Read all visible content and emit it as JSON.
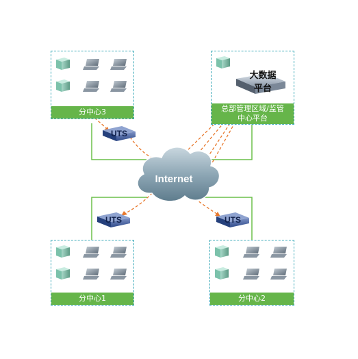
{
  "nodes": {
    "branch3": {
      "label": "分中心3"
    },
    "hq": {
      "label_line1": "总部管理区域/监管",
      "label_line2": "中心平台"
    },
    "branch1": {
      "label": "分中心1"
    },
    "branch2": {
      "label": "分中心2"
    },
    "bigdata": {
      "line1": "大数据",
      "line2": "平台"
    },
    "internet": {
      "label": "Internet"
    },
    "uts": {
      "label": "UTS"
    }
  },
  "colors": {
    "link_line": "#6cbf4a",
    "data_flow": "#e8782c",
    "panel_border": "#3aa9b8",
    "label_bg": "#66b54a",
    "cloud": "#7f9aaa"
  },
  "icons": [
    "server-icon",
    "laptop-icon",
    "firewall-icon",
    "cloud-icon",
    "data-platform-icon"
  ]
}
